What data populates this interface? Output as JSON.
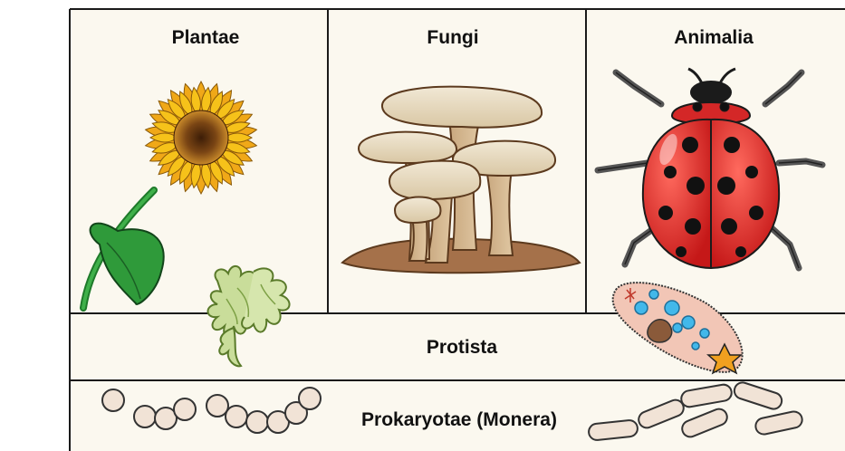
{
  "kingdoms": {
    "plantae": "Plantae",
    "fungi": "Fungi",
    "animalia": "Animalia",
    "protista": "Protista",
    "prokaryotae": "Prokaryotae (Monera)"
  },
  "colors": {
    "panel_background": "#fbf8ef",
    "border": "#1a1a1a",
    "sunflower_petal": "#f6c21a",
    "sunflower_center": "#6b3a12",
    "leaf": "#2f9a3a",
    "mushroom_cap": "#e8dcc4",
    "soil": "#a5714a",
    "ladybug_shell": "#e52d2d",
    "ladybug_spots": "#111111",
    "lichen": "#c9dd9a",
    "paramecium": "#f2c6b6",
    "vacuole": "#42b8ea",
    "bacteria": "#f1e3d6"
  },
  "icons": [
    "sunflower-icon",
    "mushroom-cluster-icon",
    "ladybug-icon",
    "lichen-icon",
    "paramecium-icon",
    "cocci-chain-icon",
    "bacilli-icon"
  ]
}
